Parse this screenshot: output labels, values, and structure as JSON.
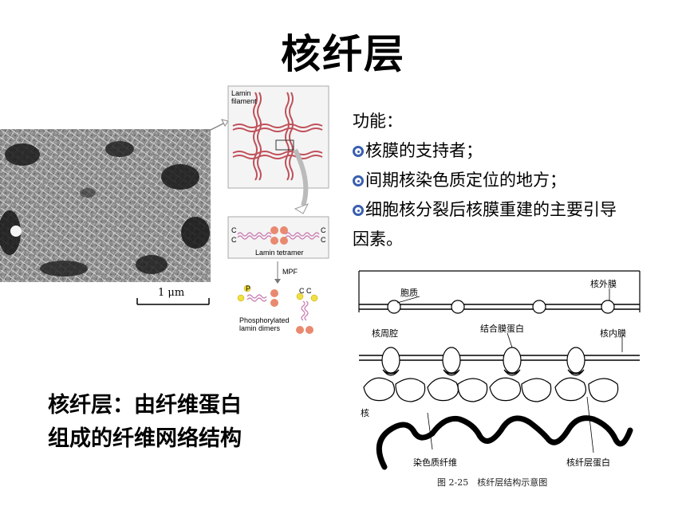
{
  "title": "核纤层",
  "micrograph": {
    "scale_label": "1 μm"
  },
  "lamin_panel": {
    "filament_label": "Lamin\nfilament",
    "filament_label_line1": "Lamin",
    "filament_label_line2": "filament",
    "tetramer_label": "Lamin tetramer",
    "mpf_label": "MPF",
    "dimers_label_line1": "Phosphorylated",
    "dimers_label_line2": "lamin dimers",
    "c_label": "C",
    "p_label": "P"
  },
  "functions": {
    "heading": "功能：",
    "items": [
      "核膜的支持者；",
      "间期核染色质定位的地方；",
      "细胞核分裂后核膜重建的主要引导"
    ],
    "continuation": "因素。"
  },
  "definition": {
    "line1": "核纤层：由纤维蛋白",
    "line2": "组成的纤维网络结构"
  },
  "structure_diagram": {
    "labels": {
      "cytoplasm": "胞质",
      "outer_membrane": "核外膜",
      "perinuclear_space": "核周腔",
      "binding_protein": "结合膜蛋白",
      "inner_membrane": "核内膜",
      "nucleus": "核",
      "chromatin_fiber": "染色质纤维",
      "lamin_protein": "核纤层蛋白"
    },
    "caption": "图 2-25　核纤层结构示意图"
  },
  "colors": {
    "bullet": "#3a5fb0",
    "lamin_pink": "#e8a0a8",
    "lamin_dark": "#c0505a",
    "phospho_yellow": "#f0e040"
  }
}
